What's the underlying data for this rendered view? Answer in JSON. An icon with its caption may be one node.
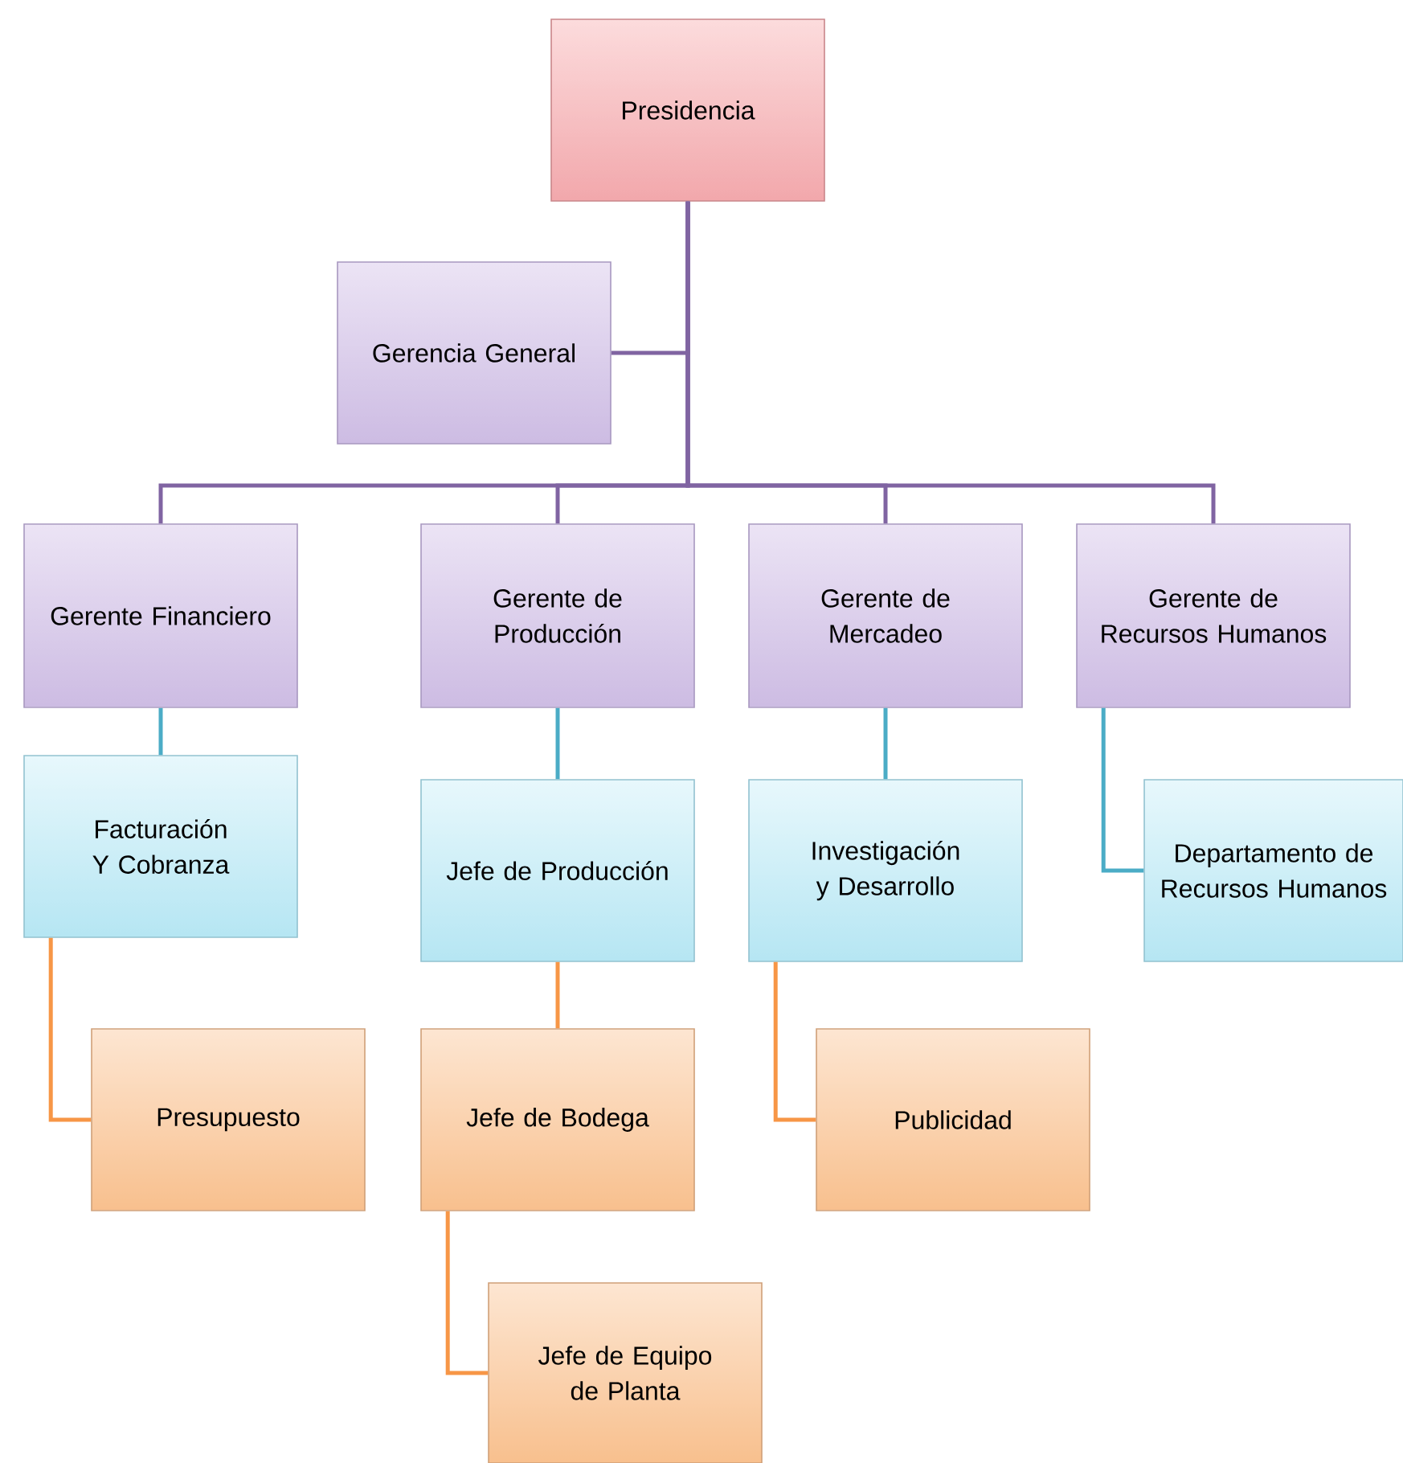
{
  "diagram": {
    "nodes": [
      {
        "text": [
          "Presidencia"
        ]
      },
      {
        "text": [
          "Gerencia General"
        ]
      },
      {
        "text": [
          "Gerente Financiero"
        ]
      },
      {
        "text": [
          "Gerente de Producción"
        ]
      },
      {
        "text": [
          "Gerente de Mercadeo"
        ]
      },
      {
        "text": [
          "Gerente de Recursos Humanos"
        ]
      },
      {
        "text": [
          "Facturación Y Cobranza"
        ]
      },
      {
        "text": [
          "Jefe de Producción"
        ]
      },
      {
        "text": [
          "Investigación y Desarrollo"
        ]
      },
      {
        "text": [
          "Departamento de Recursos Humanos"
        ]
      },
      {
        "text": [
          "Presupuesto"
        ]
      },
      {
        "text": [
          "Jefe de Bodega"
        ]
      },
      {
        "text": [
          "Publicidad"
        ]
      },
      {
        "text": [
          "Jefe de Equipo de Planta"
        ]
      }
    ],
    "edges": [
      {
        "from": 0,
        "to": 1,
        "arrow": "none"
      },
      {
        "from": 0,
        "to": 2,
        "arrow": "none"
      },
      {
        "from": 0,
        "to": 3,
        "arrow": "none"
      },
      {
        "from": 0,
        "to": 4,
        "arrow": "none"
      },
      {
        "from": 0,
        "to": 5,
        "arrow": "none"
      },
      {
        "from": 2,
        "to": 6,
        "arrow": "none",
        "color": "#4bacc6"
      },
      {
        "from": 3,
        "to": 7,
        "arrow": "none",
        "color": "#4bacc6"
      },
      {
        "from": 4,
        "to": 8,
        "arrow": "none",
        "color": "#4bacc6"
      },
      {
        "from": 5,
        "to": 9,
        "arrow": "none",
        "color": "#4bacc6"
      },
      {
        "from": 6,
        "to": 10,
        "arrow": "none",
        "color": "#f79646"
      },
      {
        "from": 7,
        "to": 11,
        "arrow": "none",
        "color": "#f79646"
      },
      {
        "from": 8,
        "to": 12,
        "arrow": "none",
        "color": "#f79646"
      },
      {
        "from": 11,
        "to": 13,
        "arrow": "none",
        "color": "#f79646"
      }
    ]
  }
}
